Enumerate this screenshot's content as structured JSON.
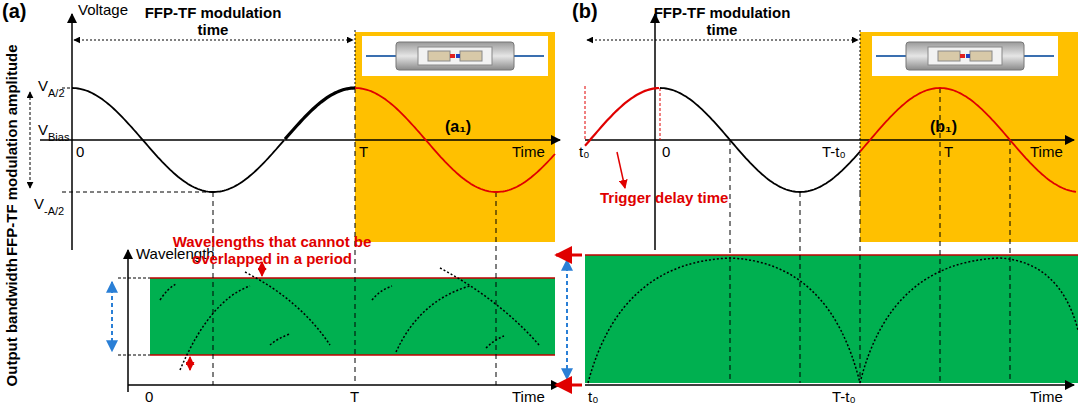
{
  "diagram": {
    "nodes": [
      {
        "text": [
          "(a₁)"
        ]
      },
      {
        "text": [
          "(b₁)"
        ]
      }
    ],
    "labels": [
      "(a)",
      "Voltage",
      "FFP-TF modulation time",
      "V",
      "A/2",
      "V",
      "Bias",
      "V",
      "-A/2",
      "FFP-TF modulation amplitude",
      "0",
      "T",
      "Time",
      "Wavelength",
      "Wavelengths that cannot be overlapped in a period",
      "Output bandwidth",
      "0",
      "T",
      "Time",
      "(b)",
      "FFP-TF modulation time",
      "t₀",
      "0",
      "Trigger delay time",
      "T-t₀",
      "T",
      "Time",
      "t₀",
      "T-t₀",
      "Time"
    ]
  }
}
